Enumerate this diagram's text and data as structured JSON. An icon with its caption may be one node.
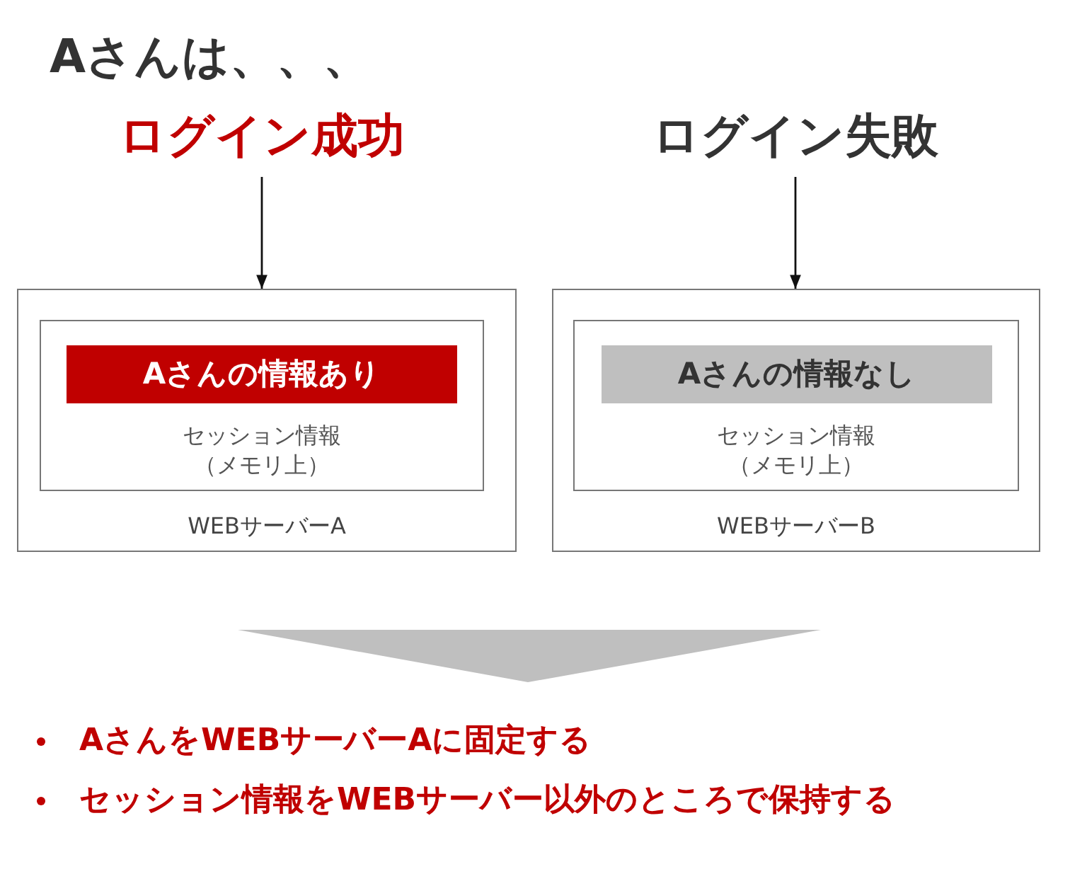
{
  "diagram": {
    "title": "Aさんは、、、",
    "nodes": [
      {
        "text": [
          "ログイン成功"
        ]
      },
      {
        "text": [
          "ログイン失敗"
        ]
      },
      {
        "text": [
          "WEBサーバーA"
        ]
      },
      {
        "text": [
          "セッション情報（メモリ上）"
        ],
        "in": 2
      },
      {
        "text": [
          "Aさんの情報あり"
        ],
        "in": 3
      },
      {
        "text": [
          "WEBサーバーB"
        ]
      },
      {
        "text": [
          "セッション情報（メモリ上）"
        ],
        "in": 5
      },
      {
        "text": [
          "Aさんの情報なし"
        ],
        "in": 6
      }
    ],
    "edges": [
      {
        "from": 0,
        "to": 2,
        "arrow": "to"
      },
      {
        "from": 1,
        "to": 5,
        "arrow": "to"
      }
    ],
    "labels": [
      "AさんをWEBサーバーAに固定する",
      "セッション情報をWEBサーバー以外のところで保持する"
    ]
  }
}
